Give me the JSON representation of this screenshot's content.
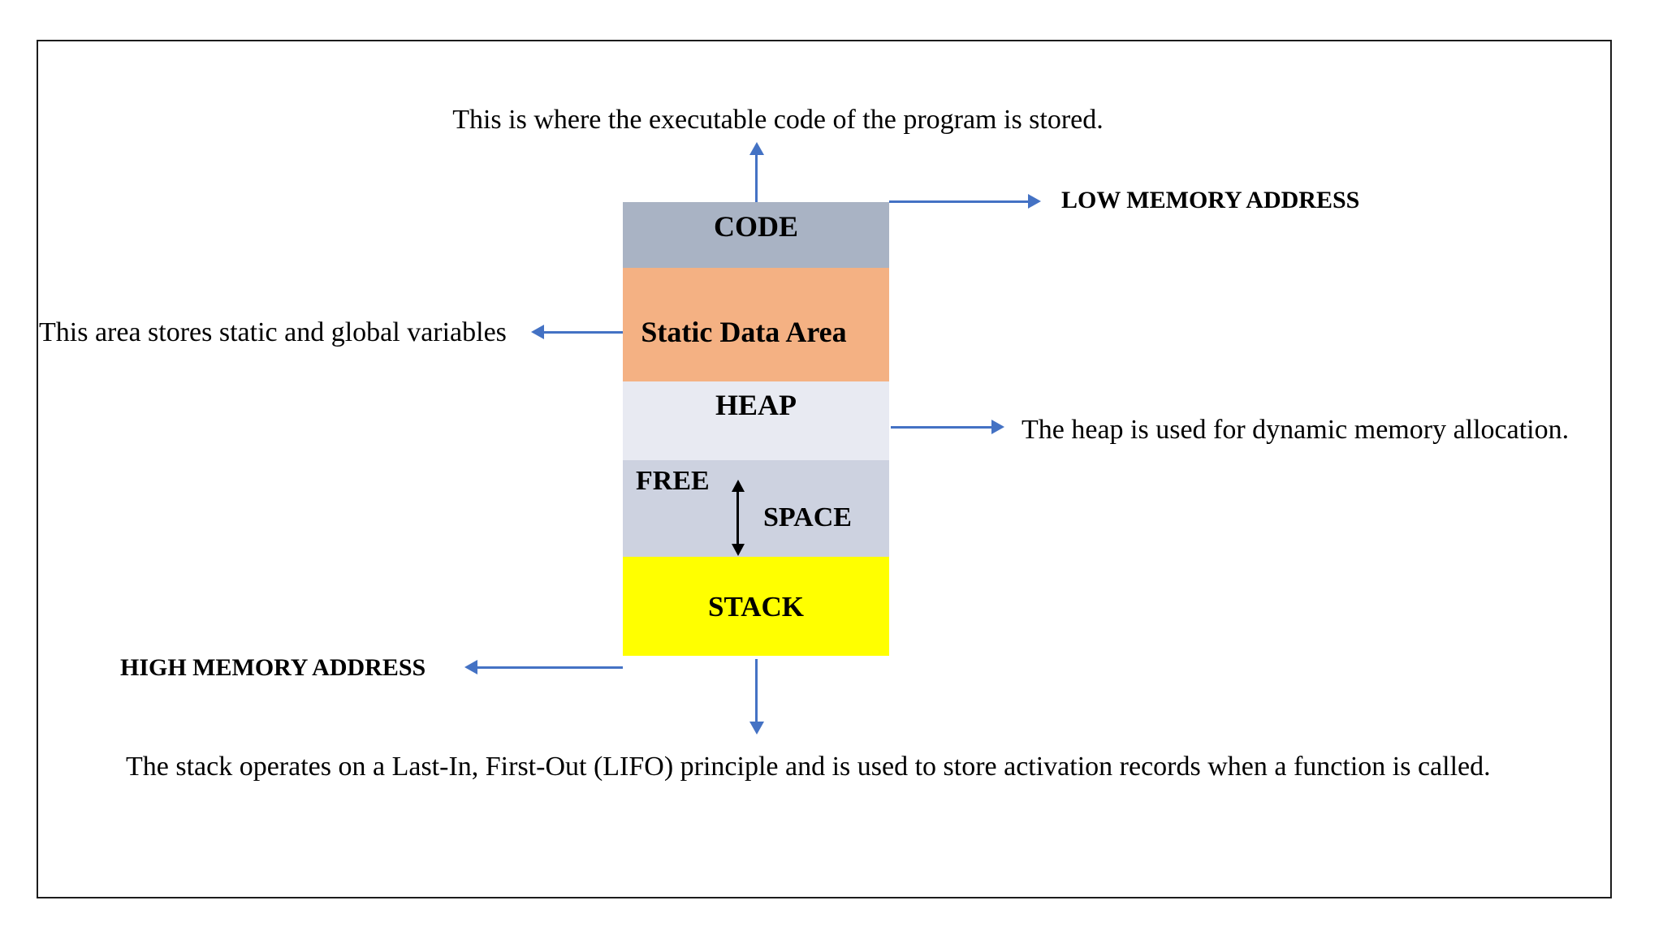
{
  "diagram": {
    "notes": {
      "code": "This is where the executable code of the program is stored.",
      "static_data": "This area stores static and global variables",
      "heap": "The heap is used for dynamic memory allocation.",
      "stack": "The stack operates on a Last-In, First-Out (LIFO) principle and is used to store activation records when a function is called."
    },
    "labels": {
      "low_memory": "LOW MEMORY ADDRESS",
      "high_memory": "HIGH MEMORY ADDRESS"
    },
    "blocks": {
      "code": {
        "label": "CODE",
        "color": "#a9b3c4"
      },
      "static_data": {
        "label": "Static Data Area",
        "color": "#f4b183"
      },
      "heap": {
        "label": "HEAP",
        "color": "#e8eaf2"
      },
      "free_space": {
        "word1": "FREE",
        "word2": "SPACE",
        "color": "#cdd2e0"
      },
      "stack": {
        "label": "STACK",
        "color": "#ffff00"
      }
    },
    "colors": {
      "connector_arrow": "#4472c4",
      "free_space_arrow": "#000000",
      "outer_border": "#1c1c1c",
      "text": "#000000"
    }
  }
}
